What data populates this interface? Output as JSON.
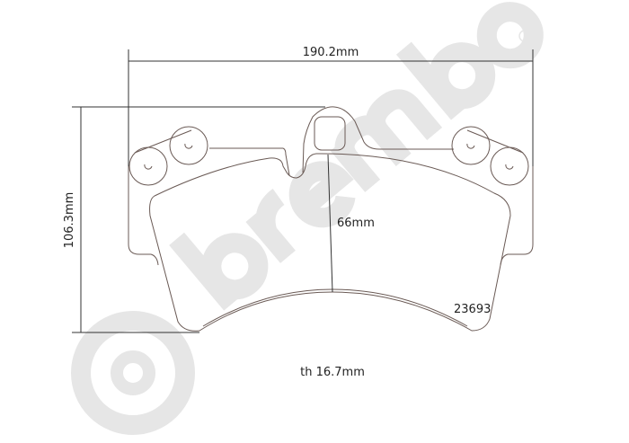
{
  "watermark": {
    "brand": "brembo",
    "registered_mark": "®",
    "color": "#e6e6e6"
  },
  "dimensions": {
    "width_label": "190.2mm",
    "height_label": "106.3mm",
    "friction_height_label": "66mm",
    "thickness_label": "th 16.7mm"
  },
  "part_number": "23693"
}
